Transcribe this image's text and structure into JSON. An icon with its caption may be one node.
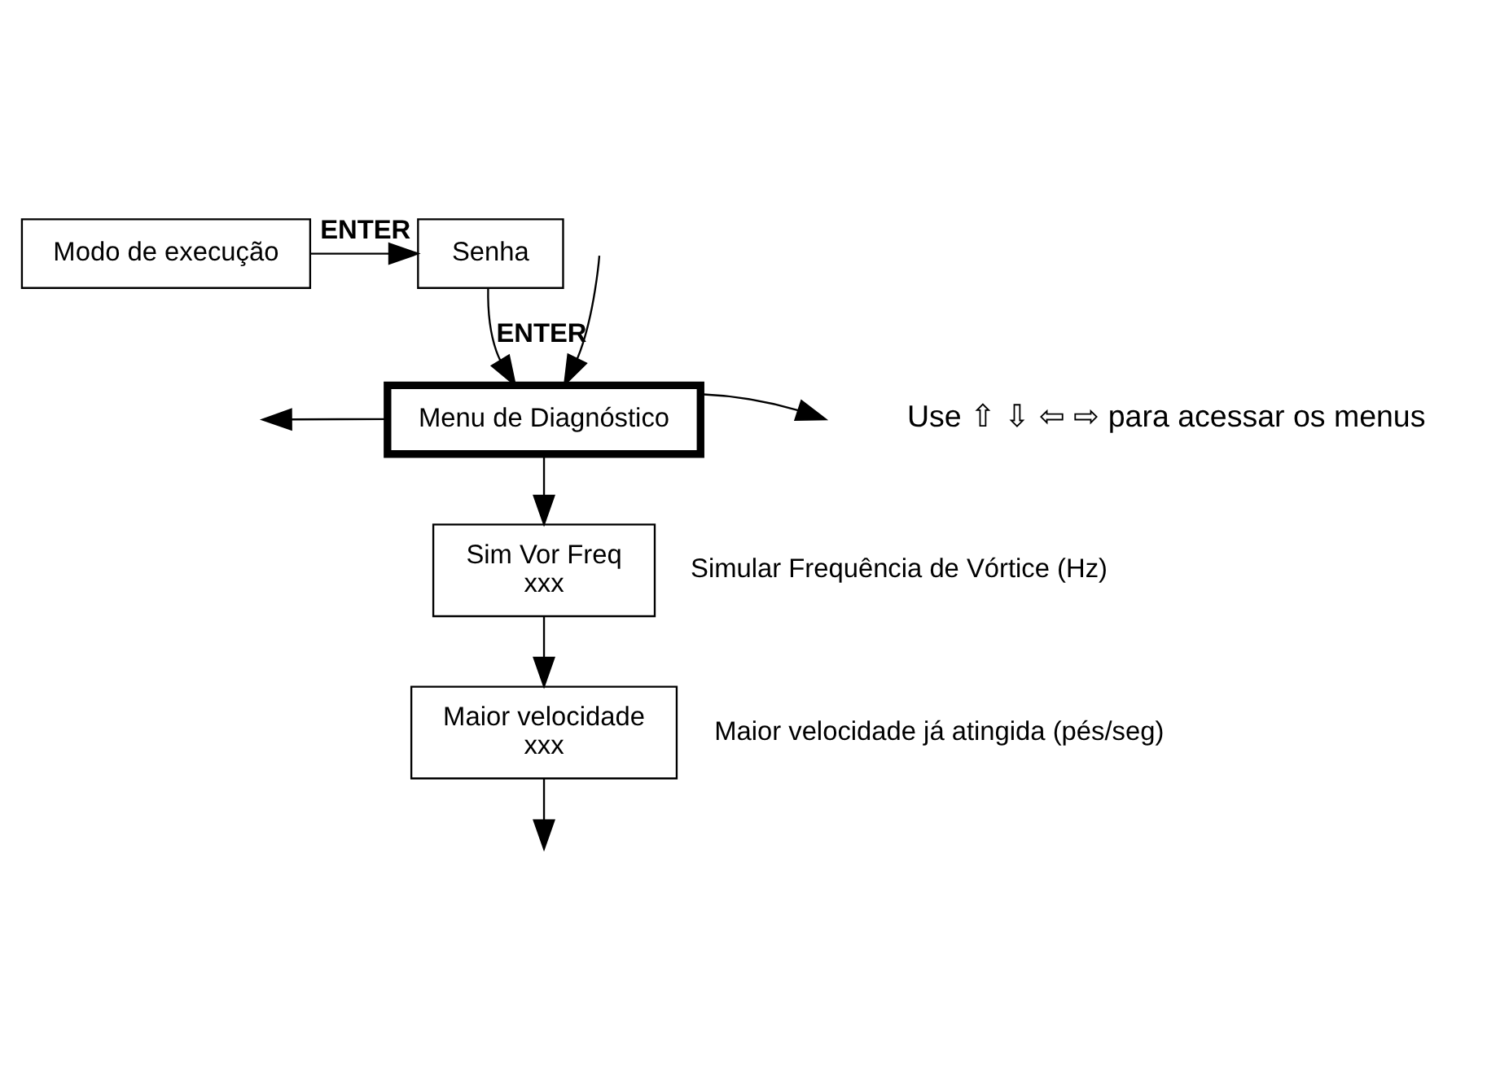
{
  "diagram": {
    "nodes": [
      {
        "text": [
          "Modo de execução"
        ]
      },
      {
        "text": [
          "Senha"
        ]
      },
      {
        "text": [
          "Menu de Diagnóstico"
        ]
      },
      {
        "text": [
          "Sim Vor Freq",
          "xxx"
        ],
        "beside": [
          "Simular Frequência de Vórtice (Hz)"
        ]
      },
      {
        "text": [
          "Maior velocidade",
          "xxx"
        ],
        "beside": [
          "Maior velocidade já atingida (pés/seg)"
        ]
      }
    ],
    "edges": [
      {
        "from": 0,
        "to": 1,
        "arrow": "to",
        "label": "ENTER"
      },
      {
        "from": 1,
        "to": 2,
        "arrow": "to",
        "label": "ENTER"
      },
      {
        "from": null,
        "to": 2,
        "arrow": "to"
      },
      {
        "from": 2,
        "to": null,
        "arrow": "to"
      },
      {
        "from": 2,
        "to": null,
        "arrow": "to"
      },
      {
        "from": 2,
        "to": 3,
        "arrow": "to"
      },
      {
        "from": 3,
        "to": 4,
        "arrow": "to"
      },
      {
        "from": 4,
        "to": null,
        "arrow": "to"
      }
    ],
    "labels": [
      "Use ⇧ ⇩ ⇦ ⇨ para acessar os menus"
    ]
  }
}
